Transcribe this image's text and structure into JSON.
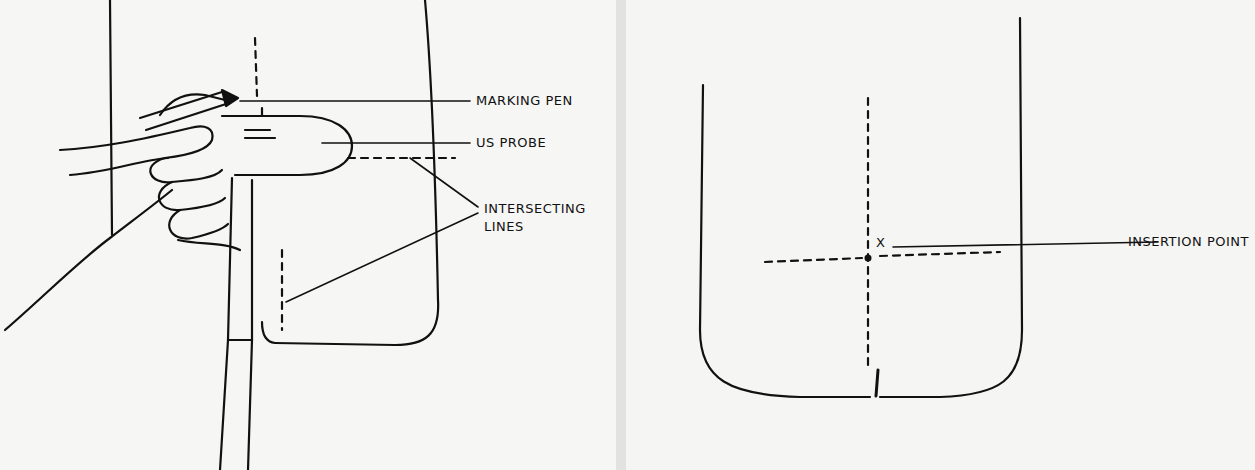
{
  "diagram": {
    "labels": [
      "MARKING PEN",
      "US PROBE",
      "INTERSECTING LINES",
      "X",
      "INSERTION POINT"
    ]
  }
}
